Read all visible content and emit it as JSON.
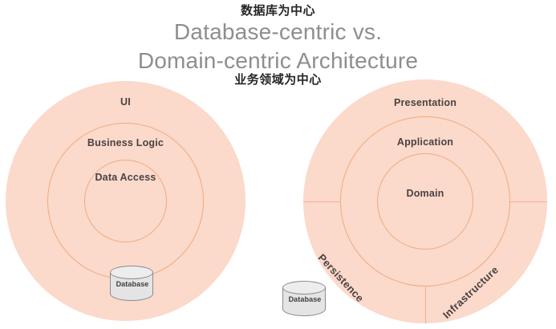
{
  "header": {
    "cn_subtitle_top": "数据库为中心",
    "title_line1": "Database-centric vs.",
    "title_line2": "Domain-centric Architecture",
    "cn_subtitle_bottom": "业务领域为中心"
  },
  "colors": {
    "ring_fill": "#fbd9cb",
    "ring_stroke": "#f0ab7e",
    "label_text": "#4b4240",
    "title_text": "#8e8e8e",
    "cn_text": "#262626",
    "cylinder_fill": "#e4e4e4",
    "cylinder_stroke": "#8c8c8c"
  },
  "diagrams": [
    {
      "id": "database-centric",
      "layers": [
        {
          "label": "UI"
        },
        {
          "label": "Business Logic"
        },
        {
          "label": "Data Access"
        }
      ],
      "cylinder": {
        "label": "Database"
      }
    },
    {
      "id": "domain-centric",
      "layers": [
        {
          "label": "Presentation"
        },
        {
          "label": "Application"
        },
        {
          "label": "Domain"
        }
      ],
      "sectors": [
        {
          "label": "Persistence"
        },
        {
          "label": "Infrastructure"
        }
      ],
      "cylinder": {
        "label": "Database"
      }
    }
  ]
}
